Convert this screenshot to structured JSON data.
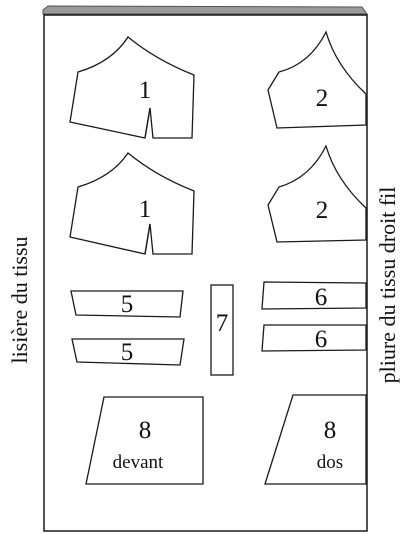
{
  "labels": {
    "selvage": "lisière du tissu",
    "fold": "pliure du tissu droit fil"
  },
  "pieces": [
    {
      "id": "front-bodice-top",
      "number": "1"
    },
    {
      "id": "back-bodice-top",
      "number": "2"
    },
    {
      "id": "front-bodice-bottom",
      "number": "1"
    },
    {
      "id": "back-bodice-bottom",
      "number": "2"
    },
    {
      "id": "strip-left-top",
      "number": "5"
    },
    {
      "id": "strip-left-bottom",
      "number": "5"
    },
    {
      "id": "strip-center",
      "number": "7"
    },
    {
      "id": "strip-right-top",
      "number": "6"
    },
    {
      "id": "strip-right-bottom",
      "number": "6"
    },
    {
      "id": "skirt-front",
      "number": "8",
      "caption": "devant"
    },
    {
      "id": "skirt-back",
      "number": "8",
      "caption": "dos"
    }
  ],
  "colors": {
    "line": "#1a1a1a",
    "fold_shadow": "#9a9a9a"
  }
}
